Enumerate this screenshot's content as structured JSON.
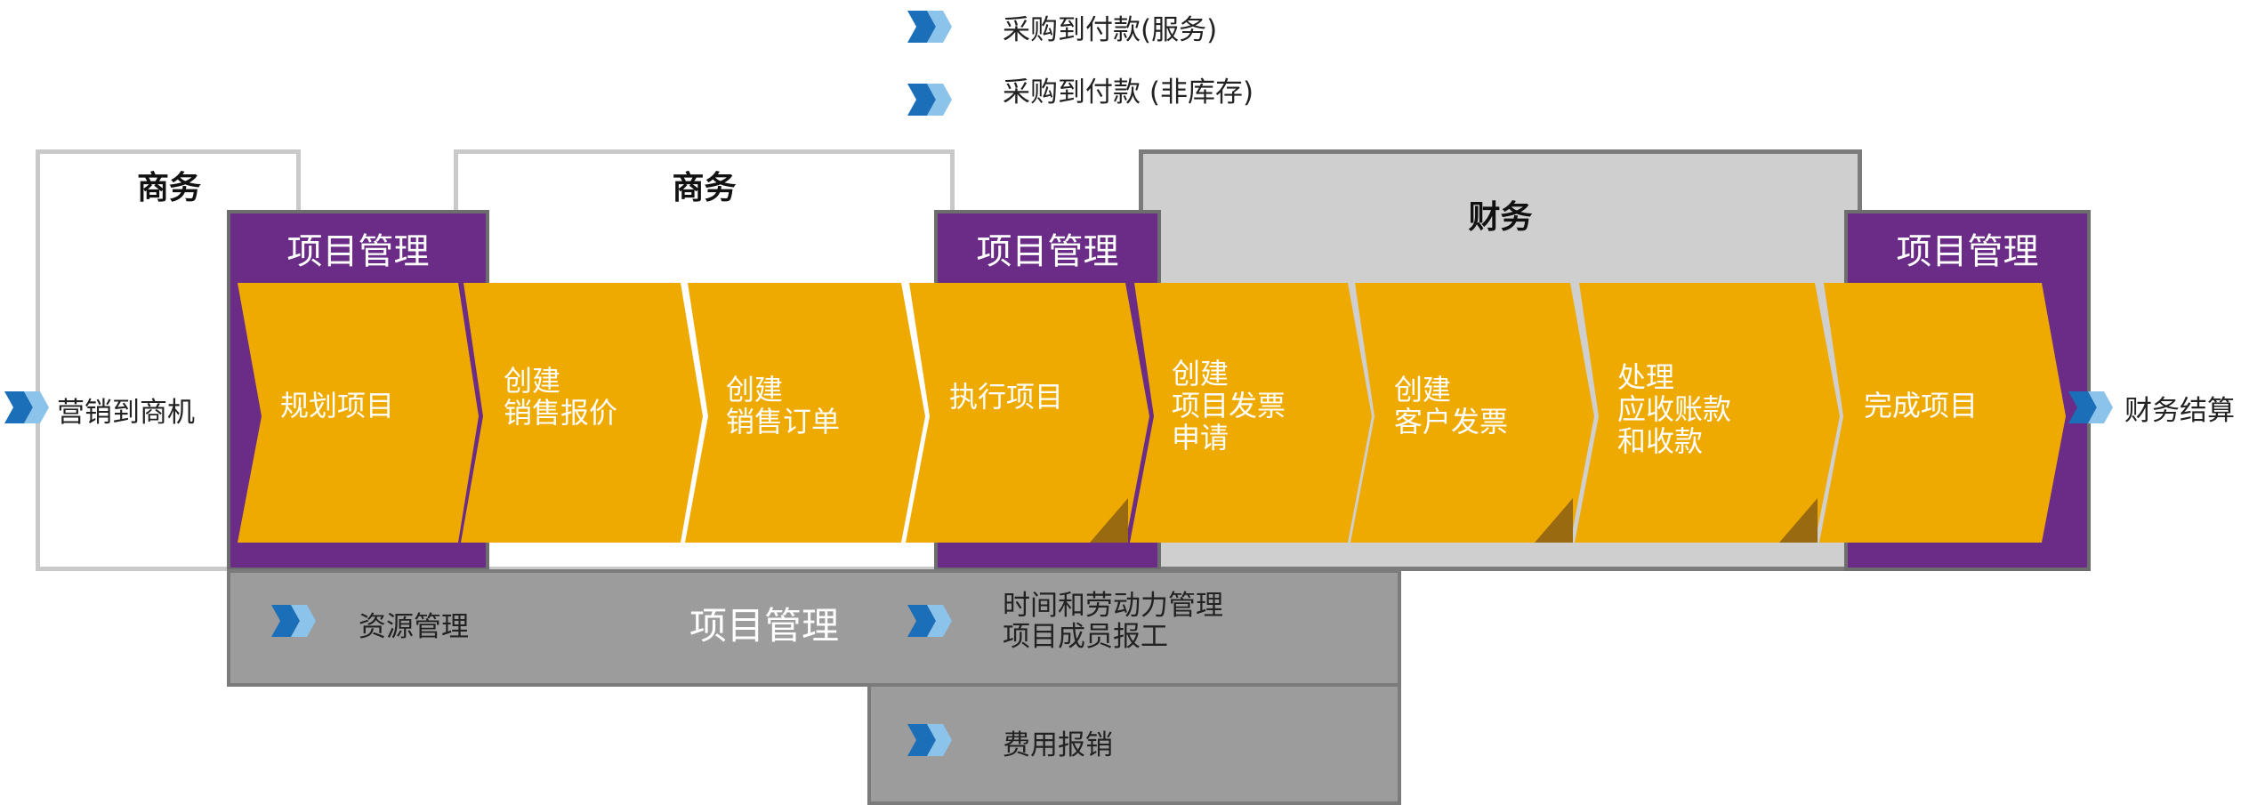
{
  "legend": {
    "item1": "采购到付款(服务)",
    "item2": "采购到付款 (非库存)"
  },
  "sections": {
    "commerce_left": "商务",
    "commerce_mid": "商务",
    "finance": "财务",
    "pm_1": "项目管理",
    "pm_2": "项目管理",
    "pm_3": "项目管理"
  },
  "entry": {
    "left_label": "营销到商机",
    "right_label": "财务结算"
  },
  "steps": [
    {
      "label": "规划项目"
    },
    {
      "label": "创建\n销售报价"
    },
    {
      "label": "创建\n销售订单"
    },
    {
      "label": "执行项目"
    },
    {
      "label": "创建\n项目发票\n申请"
    },
    {
      "label": "创建\n客户发票"
    },
    {
      "label": "处理\n应收账款\n和收款"
    },
    {
      "label": "完成项目"
    }
  ],
  "bottom": {
    "resource": "资源管理",
    "pm_center": "项目管理",
    "time_labor": "时间和劳动力管理\n项目成员报工",
    "expense": "费用报销"
  },
  "colors": {
    "purple": "#6a2c86",
    "orange": "#eeaa00",
    "chevron_dark": "#1b6fb8",
    "chevron_light": "#8cc3ea",
    "finance_bg": "#cfcfcf",
    "gray_box": "#9c9c9c"
  }
}
